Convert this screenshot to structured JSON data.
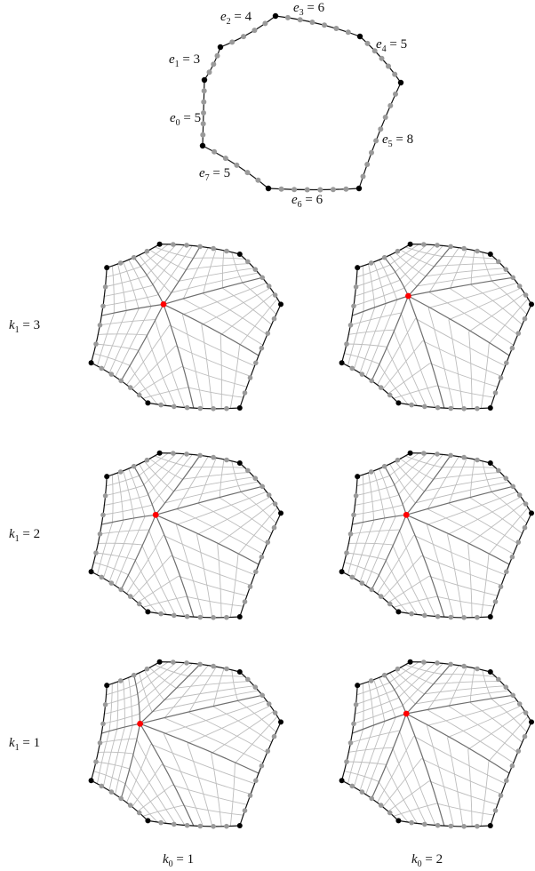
{
  "figure": {
    "top_polygon": {
      "edges": [
        {
          "var": "e",
          "sub": "0",
          "value": "5"
        },
        {
          "var": "e",
          "sub": "1",
          "value": "3"
        },
        {
          "var": "e",
          "sub": "2",
          "value": "4"
        },
        {
          "var": "e",
          "sub": "3",
          "value": "6"
        },
        {
          "var": "e",
          "sub": "4",
          "value": "5"
        },
        {
          "var": "e",
          "sub": "5",
          "value": "8"
        },
        {
          "var": "e",
          "sub": "6",
          "value": "6"
        },
        {
          "var": "e",
          "sub": "7",
          "value": "5"
        }
      ]
    },
    "rows": [
      {
        "var": "k",
        "sub": "1",
        "value": "3"
      },
      {
        "var": "k",
        "sub": "1",
        "value": "2"
      },
      {
        "var": "k",
        "sub": "1",
        "value": "1"
      }
    ],
    "columns": [
      {
        "var": "k",
        "sub": "0",
        "value": "1"
      },
      {
        "var": "k",
        "sub": "0",
        "value": "2"
      }
    ],
    "colors": {
      "boundary": "#111111",
      "corner_vertex": "#000000",
      "edge_vertex": "#9a9a9a",
      "main_curve": "#6e6e6e",
      "grid_curve": "#bdbdbd",
      "singular_vertex": "#ff0000"
    }
  }
}
